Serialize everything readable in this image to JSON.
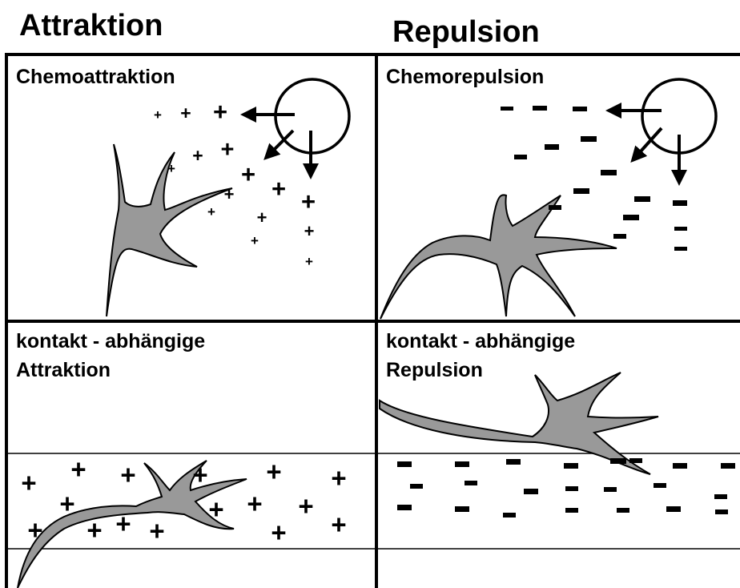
{
  "titles": {
    "left": "Attraktion",
    "right": "Repulsion"
  },
  "panels": {
    "chemoattraction": {
      "label": "Chemoattraktion"
    },
    "chemorepulsion": {
      "label": "Chemorepulsion"
    },
    "contact_attraction": {
      "label_line1": "kontakt - abhängige",
      "label_line2": "Attraktion"
    },
    "contact_repulsion": {
      "label_line1": "kontakt - abhängige",
      "label_line2": "Repulsion"
    }
  },
  "symbols": {
    "plus": "+",
    "minus": "-"
  },
  "colors": {
    "neuron_fill": "#999999",
    "line": "#000000",
    "background": "#ffffff"
  },
  "icons": [
    "source-circle",
    "neuron-cell",
    "direction-arrow"
  ]
}
